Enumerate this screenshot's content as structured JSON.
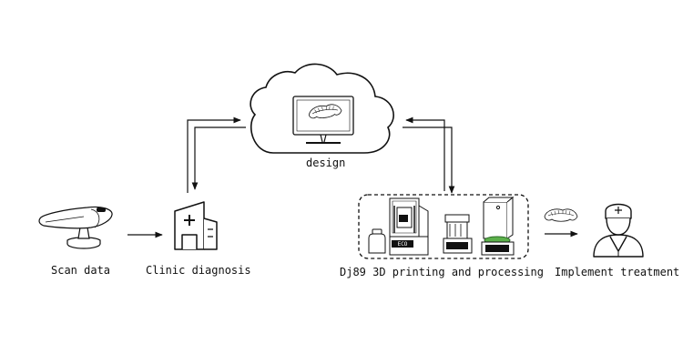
{
  "labels": {
    "scan": "Scan data",
    "clinic": "Clinic diagnosis",
    "cloud": "design",
    "print": "Dj89 3D printing and processing",
    "treat": "Implement treatment"
  },
  "printer_badge": "ECO",
  "icons": [
    "scanner-icon",
    "clinic-building-icon",
    "cloud-icon",
    "monitor-icon",
    "dental-model-icon",
    "resin-bottle-icon",
    "3d-printer-icon",
    "wash-station-icon",
    "cure-station-icon",
    "doctor-icon"
  ],
  "colors": {
    "stroke": "#111111",
    "accent": "#5bb04a",
    "background": "#ffffff"
  }
}
